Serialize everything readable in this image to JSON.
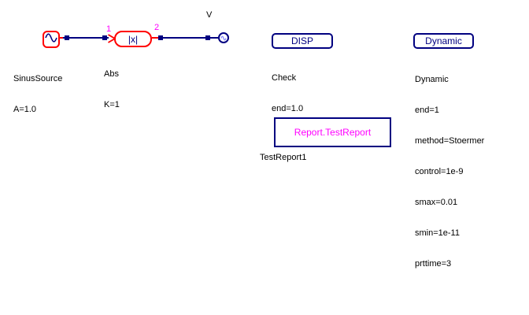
{
  "diagram": {
    "source": {
      "name": "SinusSource",
      "param": "A=1.0",
      "icon": "sine-wave-icon"
    },
    "abs": {
      "symbol": "|x|",
      "name": "Abs",
      "param": "K=1",
      "pin_in": "1",
      "pin_out": "2"
    },
    "probe": {
      "label": "V",
      "icon": "mini-sine-icon"
    },
    "disp": {
      "title": "DISP",
      "name": "Check",
      "param": "end=1.0"
    },
    "dynamic": {
      "title": "Dynamic",
      "params": [
        "Dynamic",
        "end=1",
        "method=Stoermer",
        "control=1e-9",
        "smax=0.01",
        "smin=1e-11",
        "prttime=3"
      ]
    },
    "report": {
      "title": "Report.TestReport",
      "name": "TestReport1"
    }
  },
  "colors": {
    "component_red": "#ff0000",
    "wire_navy": "#000080",
    "pin_magenta": "#ff00ff",
    "text_black": "#000000",
    "probe_glyph_blue": "#8080ff",
    "background": "#ffffff"
  }
}
